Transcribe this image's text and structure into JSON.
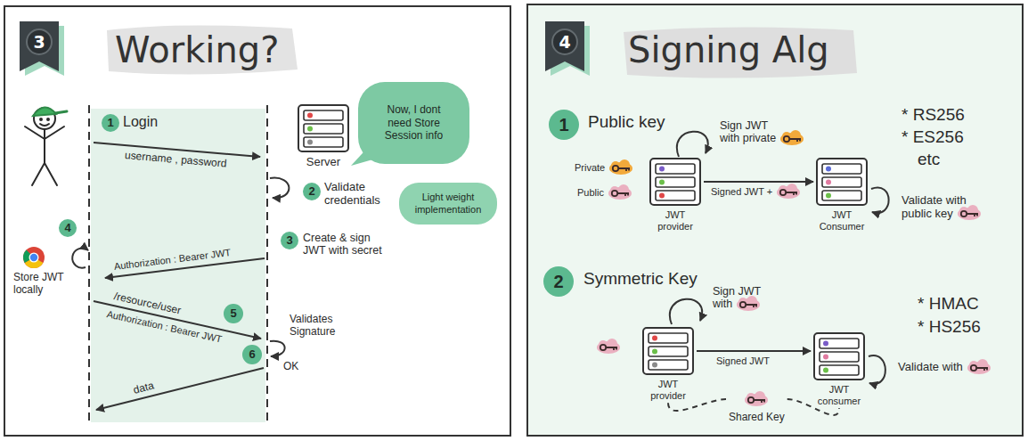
{
  "diagram": {
    "nodes": [
      {
        "text": [
          "Working?"
        ]
      },
      {
        "text": [
          "3"
        ],
        "in": 0
      },
      {
        "text": [
          "1"
        ],
        "in": 0
      },
      {
        "text": [
          "Server"
        ],
        "in": 0
      },
      {
        "text": [
          "Now, I dont need Store Session info"
        ],
        "in": 0
      },
      {
        "text": [
          "2"
        ],
        "in": 0
      },
      {
        "text": [
          "Light weight implementation"
        ],
        "in": 0
      },
      {
        "text": [
          "3"
        ],
        "in": 0
      },
      {
        "text": [
          "4"
        ],
        "in": 0
      },
      {
        "text": [
          "5"
        ],
        "in": 0
      },
      {
        "text": [
          "6"
        ],
        "in": 0
      },
      {
        "text": [
          "Signing Alg"
        ]
      },
      {
        "text": [
          "4"
        ],
        "in": 11
      },
      {
        "text": [
          "1"
        ],
        "in": 11
      },
      {
        "text": [
          "JWT provider"
        ],
        "in": 11
      },
      {
        "text": [
          "JWT Consumer"
        ],
        "in": 11
      },
      {
        "text": [
          "2"
        ],
        "in": 11
      },
      {
        "text": [
          "JWT provider"
        ],
        "in": 11
      },
      {
        "text": [
          "JWT consumer"
        ],
        "in": 11
      },
      {
        "text": [
          "Shared Key"
        ],
        "in": 11
      }
    ],
    "edges": [
      {
        "from": 14,
        "to": 15,
        "label": "Signed JWT +",
        "arrow": "to"
      },
      {
        "from": 17,
        "to": 18,
        "label": "Signed JWT",
        "arrow": "to"
      },
      {
        "from": 17,
        "to": 19,
        "arrow": "none"
      },
      {
        "from": 19,
        "to": 18,
        "arrow": "none"
      }
    ],
    "labels": [
      "Login",
      "username , password",
      "Validate credentials",
      "Create & sign JWT with secret",
      "Authorization : Bearer JWT",
      "Store JWT locally",
      "/resource/user",
      "Authorization : Bearer JWT",
      "Validates Signature",
      "OK",
      "data",
      "Public key",
      "Sign JWT with private",
      "* RS256",
      "* ES256",
      "etc",
      "Private",
      "Public",
      "Validate with public key",
      "Symmetric Key",
      "Sign JWT with",
      "* HMAC",
      "* HS256",
      "Validate with"
    ]
  }
}
